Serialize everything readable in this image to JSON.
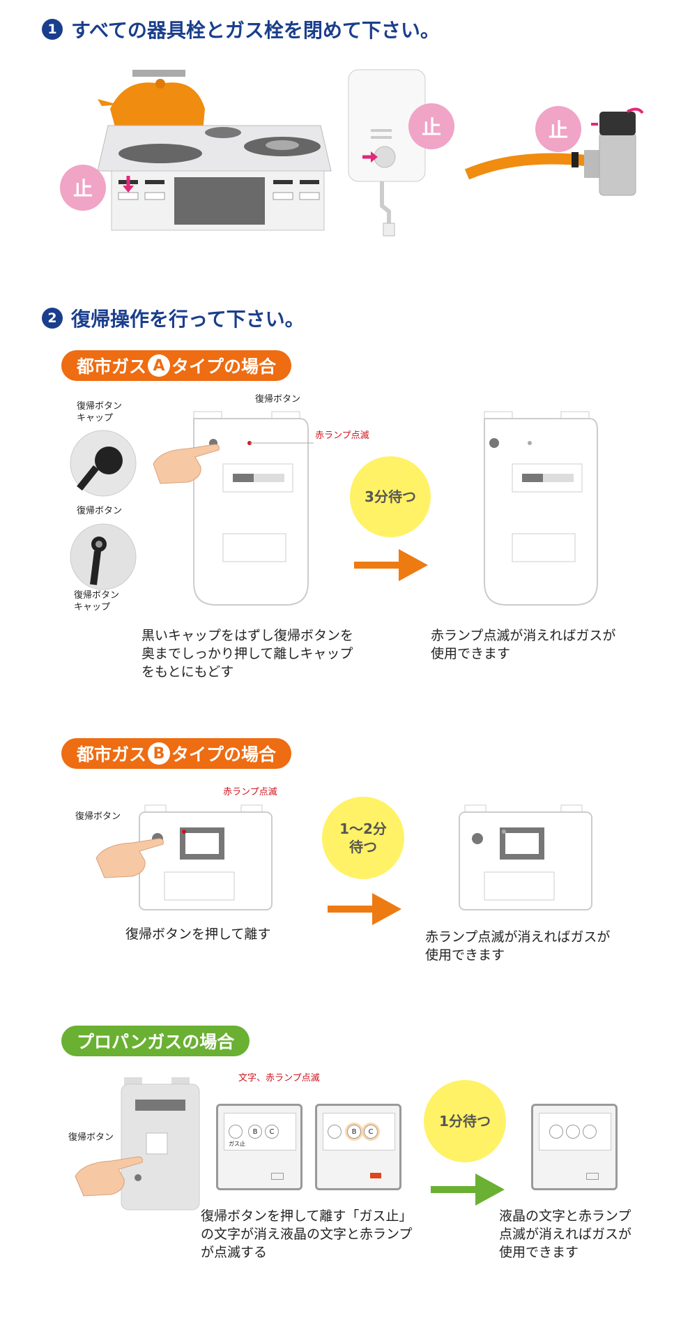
{
  "colors": {
    "title_blue": "#1a3e8c",
    "orange": "#ee6c12",
    "green": "#6ab032",
    "bubble_yellow": "#fff266",
    "stop_pink": "#f0a4c6",
    "red_label": "#d0121b"
  },
  "step1": {
    "number": "1",
    "title": "すべての器具栓とガス栓を閉めて下さい。",
    "stop_label": "止"
  },
  "step2": {
    "number": "2",
    "title": "復帰操作を行って下さい。"
  },
  "sectionA": {
    "pill_prefix": "都市ガス",
    "pill_letter": "A",
    "pill_suffix": "タイプの場合",
    "cap_label_top": "復帰ボタン\nキャップ",
    "button_label_mid": "復帰ボタン",
    "cap_label_bottom": "復帰ボタン\nキャップ",
    "button_label_meter": "復帰ボタン",
    "red_lamp_label": "赤ランプ点滅",
    "wait": "3分待つ",
    "caption_left": "黒いキャップをはずし復帰ボタンを\n奥までしっかり押して離しキャップ\nをもとにもどす",
    "caption_right": "赤ランプ点滅が消えればガスが\n使用できます"
  },
  "sectionB": {
    "pill_prefix": "都市ガス",
    "pill_letter": "B",
    "pill_suffix": "タイプの場合",
    "button_label": "復帰ボタン",
    "red_lamp_label": "赤ランプ点滅",
    "wait": "1〜2分\n待つ",
    "caption_left": "復帰ボタンを押して離す",
    "caption_right": "赤ランプ点滅が消えればガスが\n使用できます"
  },
  "sectionP": {
    "pill": "プロパンガスの場合",
    "button_label": "復帰ボタン",
    "flash_label": "文字、赤ランプ点滅",
    "lcd_b": "B",
    "lcd_c": "C",
    "lcd_gas": "ガス止",
    "wait": "1分待つ",
    "caption_left": "復帰ボタンを押して離す「ガス止」\nの文字が消え液晶の文字と赤ランプ\nが点滅する",
    "caption_right": "液晶の文字と赤ランプ\n点滅が消えればガスが\n使用できます"
  }
}
